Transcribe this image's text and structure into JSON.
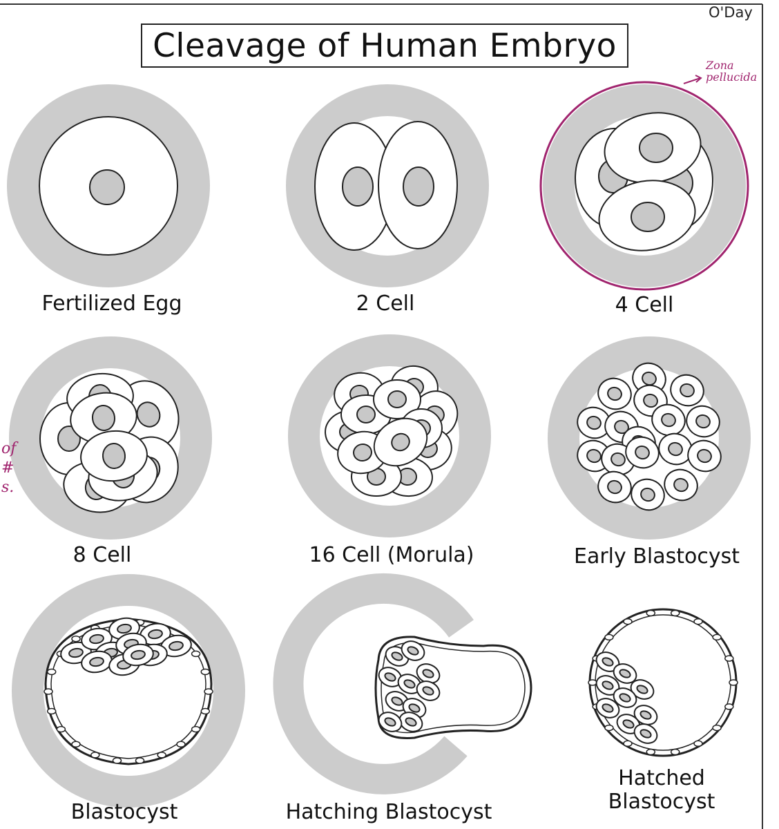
{
  "title": "Cleavage of Human Embryo",
  "author": "O'Day",
  "annotations": {
    "zona_line1": "Zona",
    "zona_line2": "pellucida",
    "left_line1": "of",
    "left_line2": "#",
    "left_line3": "s."
  },
  "stages": [
    {
      "label": "Fertilized Egg"
    },
    {
      "label": "2 Cell"
    },
    {
      "label": "4 Cell"
    },
    {
      "label": "8 Cell"
    },
    {
      "label": "16 Cell (Morula)"
    },
    {
      "label": "Early Blastocyst"
    },
    {
      "label": "Blastocyst"
    },
    {
      "label": "Hatching Blastocyst"
    },
    {
      "label_line1": "Hatched",
      "label_line2": "Blastocyst"
    }
  ],
  "colors": {
    "zona": "#cccccc",
    "nucleus": "#c8c8c8",
    "outline": "#222222",
    "highlight": "#a0246e"
  }
}
